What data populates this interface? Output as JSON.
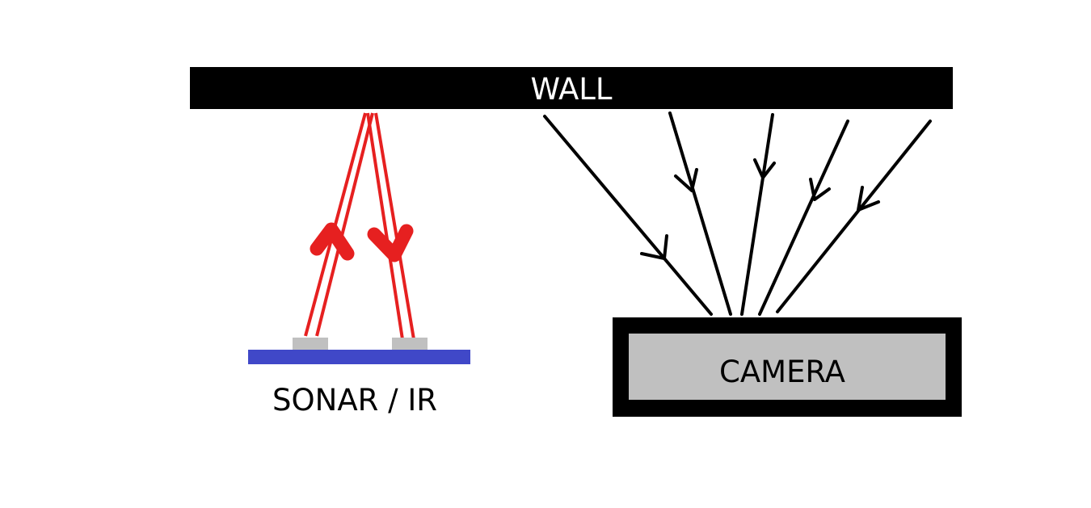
{
  "labels": {
    "wall": "WALL",
    "sensor": "SONAR / IR",
    "camera": "CAMERA"
  },
  "colors": {
    "background": "#ffffff",
    "wall": "#000000",
    "wall_text": "#ffffff",
    "sensor_board": "#4048c8",
    "transducer": "#c0c0c0",
    "sonar_beam": "#e62020",
    "camera_frame": "#000000",
    "camera_body": "#c0c0c0",
    "light_ray": "#000000",
    "label_text": "#000000"
  },
  "icons": {
    "up_arrow": "red-up-arrow-icon",
    "down_arrow": "red-down-arrow-icon",
    "ray_arrow": "chevron-arrowhead-icon"
  }
}
